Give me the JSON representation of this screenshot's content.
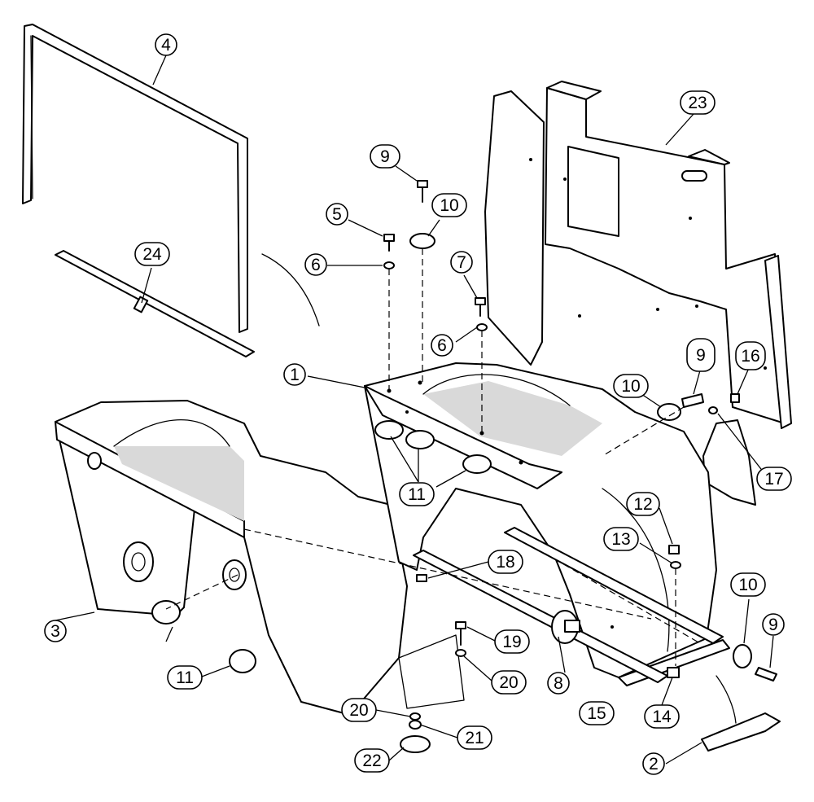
{
  "labels": [
    {
      "id": "c1",
      "text": "1"
    },
    {
      "id": "c2",
      "text": "2"
    },
    {
      "id": "c3",
      "text": "3"
    },
    {
      "id": "c4",
      "text": "4"
    },
    {
      "id": "c5",
      "text": "5"
    },
    {
      "id": "c6a",
      "text": "6"
    },
    {
      "id": "c6b",
      "text": "6"
    },
    {
      "id": "c7",
      "text": "7"
    },
    {
      "id": "c8",
      "text": "8"
    },
    {
      "id": "c9a",
      "text": "9"
    },
    {
      "id": "c9b",
      "text": "9"
    },
    {
      "id": "c9c",
      "text": "9"
    },
    {
      "id": "c10a",
      "text": "10"
    },
    {
      "id": "c10b",
      "text": "10"
    },
    {
      "id": "c10c",
      "text": "10"
    },
    {
      "id": "c11a",
      "text": "11"
    },
    {
      "id": "c11b",
      "text": "11"
    },
    {
      "id": "c12",
      "text": "12"
    },
    {
      "id": "c13",
      "text": "13"
    },
    {
      "id": "c14",
      "text": "14"
    },
    {
      "id": "c15",
      "text": "15"
    },
    {
      "id": "c16",
      "text": "16"
    },
    {
      "id": "c17",
      "text": "17"
    },
    {
      "id": "c18",
      "text": "18"
    },
    {
      "id": "c19",
      "text": "19"
    },
    {
      "id": "c20a",
      "text": "20"
    },
    {
      "id": "c20b",
      "text": "20"
    },
    {
      "id": "c21",
      "text": "21"
    },
    {
      "id": "c22",
      "text": "22"
    },
    {
      "id": "c23",
      "text": "23"
    },
    {
      "id": "c24",
      "text": "24"
    }
  ]
}
